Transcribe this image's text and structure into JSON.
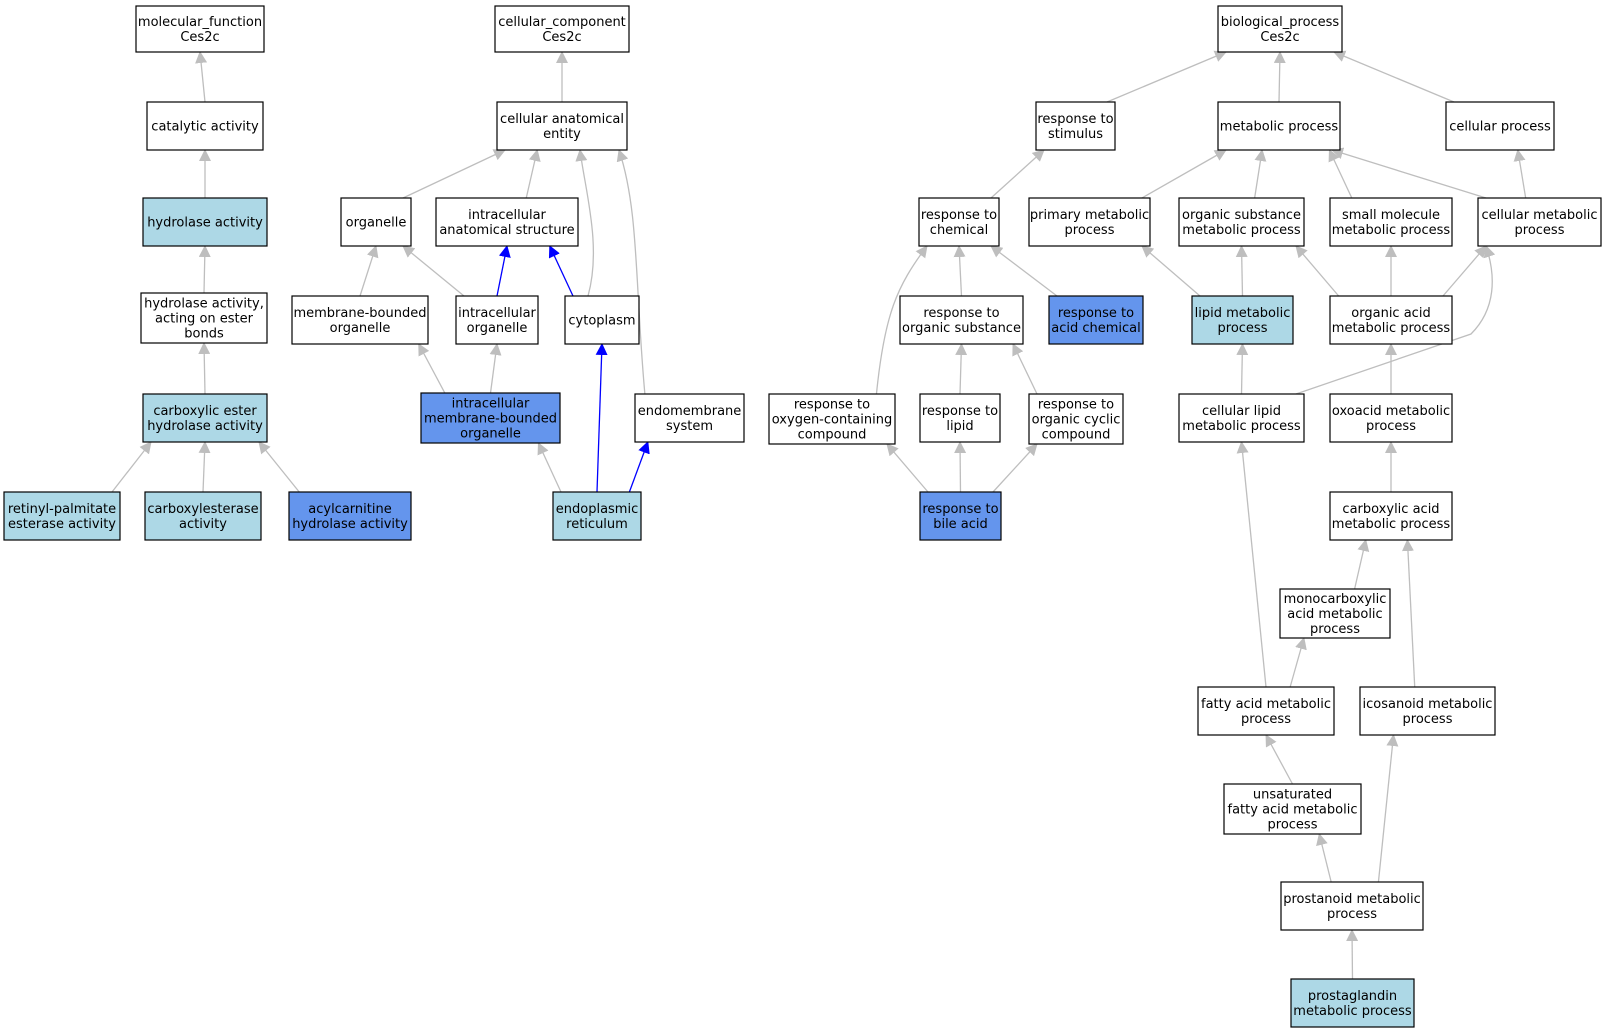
{
  "colors": {
    "white": "#ffffff",
    "light": "#add8e6",
    "dark": "#6495ed",
    "gray_edge": "#bebebe",
    "blue_edge": "#0000ff"
  },
  "nodes": [
    {
      "id": "mf",
      "lines": [
        "molecular_function",
        "Ces2c"
      ],
      "fill": "white"
    },
    {
      "id": "cat",
      "lines": [
        "catalytic activity"
      ],
      "fill": "white"
    },
    {
      "id": "hyd",
      "lines": [
        "hydrolase activity"
      ],
      "fill": "light"
    },
    {
      "id": "hydest",
      "lines": [
        "hydrolase activity,",
        "acting on ester",
        "bonds"
      ],
      "fill": "white"
    },
    {
      "id": "carbest",
      "lines": [
        "carboxylic ester",
        "hydrolase activity"
      ],
      "fill": "light"
    },
    {
      "id": "retinyl",
      "lines": [
        "retinyl-palmitate",
        "esterase activity"
      ],
      "fill": "light"
    },
    {
      "id": "carboxylesterase",
      "lines": [
        "carboxylesterase",
        "activity"
      ],
      "fill": "light"
    },
    {
      "id": "acylcarn",
      "lines": [
        "acylcarnitine",
        "hydrolase activity"
      ],
      "fill": "dark"
    },
    {
      "id": "cc",
      "lines": [
        "cellular_component",
        "Ces2c"
      ],
      "fill": "white"
    },
    {
      "id": "cae",
      "lines": [
        "cellular anatomical",
        "entity"
      ],
      "fill": "white"
    },
    {
      "id": "organelle",
      "lines": [
        "organelle"
      ],
      "fill": "white"
    },
    {
      "id": "ias",
      "lines": [
        "intracellular",
        "anatomical structure"
      ],
      "fill": "white"
    },
    {
      "id": "mbo",
      "lines": [
        "membrane-bounded",
        "organelle"
      ],
      "fill": "white"
    },
    {
      "id": "io",
      "lines": [
        "intracellular",
        "organelle"
      ],
      "fill": "white"
    },
    {
      "id": "cyto",
      "lines": [
        "cytoplasm"
      ],
      "fill": "white"
    },
    {
      "id": "imbo",
      "lines": [
        "intracellular",
        "membrane-bounded",
        "organelle"
      ],
      "fill": "dark"
    },
    {
      "id": "endo",
      "lines": [
        "endomembrane",
        "system"
      ],
      "fill": "white"
    },
    {
      "id": "er",
      "lines": [
        "endoplasmic",
        "reticulum"
      ],
      "fill": "light"
    },
    {
      "id": "bp",
      "lines": [
        "biological_process",
        "Ces2c"
      ],
      "fill": "white"
    },
    {
      "id": "rstim",
      "lines": [
        "response to",
        "stimulus"
      ],
      "fill": "white"
    },
    {
      "id": "metab",
      "lines": [
        "metabolic process"
      ],
      "fill": "white"
    },
    {
      "id": "cellp",
      "lines": [
        "cellular process"
      ],
      "fill": "white"
    },
    {
      "id": "rchem",
      "lines": [
        "response to",
        "chemical"
      ],
      "fill": "white"
    },
    {
      "id": "primary",
      "lines": [
        "primary metabolic",
        "process"
      ],
      "fill": "white"
    },
    {
      "id": "orgsub",
      "lines": [
        "organic substance",
        "metabolic process"
      ],
      "fill": "white"
    },
    {
      "id": "smallmol",
      "lines": [
        "small molecule",
        "metabolic process"
      ],
      "fill": "white"
    },
    {
      "id": "cellmet",
      "lines": [
        "cellular metabolic",
        "process"
      ],
      "fill": "white"
    },
    {
      "id": "rorg",
      "lines": [
        "response to",
        "organic substance"
      ],
      "fill": "white"
    },
    {
      "id": "racid",
      "lines": [
        "response to",
        "acid chemical"
      ],
      "fill": "dark"
    },
    {
      "id": "lipid",
      "lines": [
        "lipid metabolic",
        "process"
      ],
      "fill": "light"
    },
    {
      "id": "orgacid",
      "lines": [
        "organic acid",
        "metabolic process"
      ],
      "fill": "white"
    },
    {
      "id": "roxy",
      "lines": [
        "response to",
        "oxygen-containing",
        "compound"
      ],
      "fill": "white"
    },
    {
      "id": "rlipid",
      "lines": [
        "response to",
        "lipid"
      ],
      "fill": "white"
    },
    {
      "id": "rcyclic",
      "lines": [
        "response to",
        "organic cyclic",
        "compound"
      ],
      "fill": "white"
    },
    {
      "id": "celllipid",
      "lines": [
        "cellular lipid",
        "metabolic process"
      ],
      "fill": "white"
    },
    {
      "id": "oxoacid",
      "lines": [
        "oxoacid metabolic",
        "process"
      ],
      "fill": "white"
    },
    {
      "id": "rbile",
      "lines": [
        "response to",
        "bile acid"
      ],
      "fill": "dark"
    },
    {
      "id": "carbacid",
      "lines": [
        "carboxylic acid",
        "metabolic process"
      ],
      "fill": "white"
    },
    {
      "id": "monocarb",
      "lines": [
        "monocarboxylic",
        "acid metabolic",
        "process"
      ],
      "fill": "white"
    },
    {
      "id": "fatty",
      "lines": [
        "fatty acid metabolic",
        "process"
      ],
      "fill": "white"
    },
    {
      "id": "icosanoid",
      "lines": [
        "icosanoid metabolic",
        "process"
      ],
      "fill": "white"
    },
    {
      "id": "unsat",
      "lines": [
        "unsaturated",
        "fatty acid metabolic",
        "process"
      ],
      "fill": "white"
    },
    {
      "id": "prostanoid",
      "lines": [
        "prostanoid metabolic",
        "process"
      ],
      "fill": "white"
    },
    {
      "id": "prosta",
      "lines": [
        "prostaglandin",
        "metabolic process"
      ],
      "fill": "light"
    }
  ],
  "edges": [
    {
      "from": "cat",
      "to": "mf",
      "color": "gray"
    },
    {
      "from": "hyd",
      "to": "cat",
      "color": "gray"
    },
    {
      "from": "hydest",
      "to": "hyd",
      "color": "gray"
    },
    {
      "from": "carbest",
      "to": "hydest",
      "color": "gray"
    },
    {
      "from": "retinyl",
      "to": "carbest",
      "color": "gray"
    },
    {
      "from": "carboxylesterase",
      "to": "carbest",
      "color": "gray"
    },
    {
      "from": "acylcarn",
      "to": "carbest",
      "color": "gray"
    },
    {
      "from": "cae",
      "to": "cc",
      "color": "gray"
    },
    {
      "from": "organelle",
      "to": "cae",
      "color": "gray"
    },
    {
      "from": "ias",
      "to": "cae",
      "color": "gray"
    },
    {
      "from": "cyto",
      "to": "cae",
      "color": "gray"
    },
    {
      "from": "endo",
      "to": "cae",
      "color": "gray"
    },
    {
      "from": "mbo",
      "to": "organelle",
      "color": "gray"
    },
    {
      "from": "io",
      "to": "organelle",
      "color": "gray"
    },
    {
      "from": "io",
      "to": "ias",
      "color": "blue"
    },
    {
      "from": "cyto",
      "to": "ias",
      "color": "blue"
    },
    {
      "from": "imbo",
      "to": "mbo",
      "color": "gray"
    },
    {
      "from": "imbo",
      "to": "io",
      "color": "gray"
    },
    {
      "from": "er",
      "to": "imbo",
      "color": "gray"
    },
    {
      "from": "er",
      "to": "cyto",
      "color": "blue"
    },
    {
      "from": "er",
      "to": "endo",
      "color": "blue"
    },
    {
      "from": "rstim",
      "to": "bp",
      "color": "gray"
    },
    {
      "from": "metab",
      "to": "bp",
      "color": "gray"
    },
    {
      "from": "cellp",
      "to": "bp",
      "color": "gray"
    },
    {
      "from": "rchem",
      "to": "rstim",
      "color": "gray"
    },
    {
      "from": "primary",
      "to": "metab",
      "color": "gray"
    },
    {
      "from": "orgsub",
      "to": "metab",
      "color": "gray"
    },
    {
      "from": "smallmol",
      "to": "metab",
      "color": "gray"
    },
    {
      "from": "cellmet",
      "to": "metab",
      "color": "gray"
    },
    {
      "from": "cellmet",
      "to": "cellp",
      "color": "gray"
    },
    {
      "from": "rorg",
      "to": "rchem",
      "color": "gray"
    },
    {
      "from": "racid",
      "to": "rchem",
      "color": "gray"
    },
    {
      "from": "roxy",
      "to": "rchem",
      "color": "gray"
    },
    {
      "from": "lipid",
      "to": "primary",
      "color": "gray"
    },
    {
      "from": "lipid",
      "to": "orgsub",
      "color": "gray"
    },
    {
      "from": "orgacid",
      "to": "orgsub",
      "color": "gray"
    },
    {
      "from": "orgacid",
      "to": "smallmol",
      "color": "gray"
    },
    {
      "from": "orgacid",
      "to": "cellmet",
      "color": "gray"
    },
    {
      "from": "celllipid",
      "to": "cellmet",
      "color": "gray"
    },
    {
      "from": "rlipid",
      "to": "rorg",
      "color": "gray"
    },
    {
      "from": "rcyclic",
      "to": "rorg",
      "color": "gray"
    },
    {
      "from": "celllipid",
      "to": "lipid",
      "color": "gray"
    },
    {
      "from": "oxoacid",
      "to": "orgacid",
      "color": "gray"
    },
    {
      "from": "rbile",
      "to": "roxy",
      "color": "gray"
    },
    {
      "from": "rbile",
      "to": "rlipid",
      "color": "gray"
    },
    {
      "from": "rbile",
      "to": "rcyclic",
      "color": "gray"
    },
    {
      "from": "carbacid",
      "to": "oxoacid",
      "color": "gray"
    },
    {
      "from": "monocarb",
      "to": "carbacid",
      "color": "gray"
    },
    {
      "from": "icosanoid",
      "to": "carbacid",
      "color": "gray"
    },
    {
      "from": "fatty",
      "to": "monocarb",
      "color": "gray"
    },
    {
      "from": "fatty",
      "to": "celllipid",
      "color": "gray"
    },
    {
      "from": "unsat",
      "to": "fatty",
      "color": "gray"
    },
    {
      "from": "prostanoid",
      "to": "unsat",
      "color": "gray"
    },
    {
      "from": "prostanoid",
      "to": "icosanoid",
      "color": "gray"
    },
    {
      "from": "prosta",
      "to": "prostanoid",
      "color": "gray"
    }
  ]
}
